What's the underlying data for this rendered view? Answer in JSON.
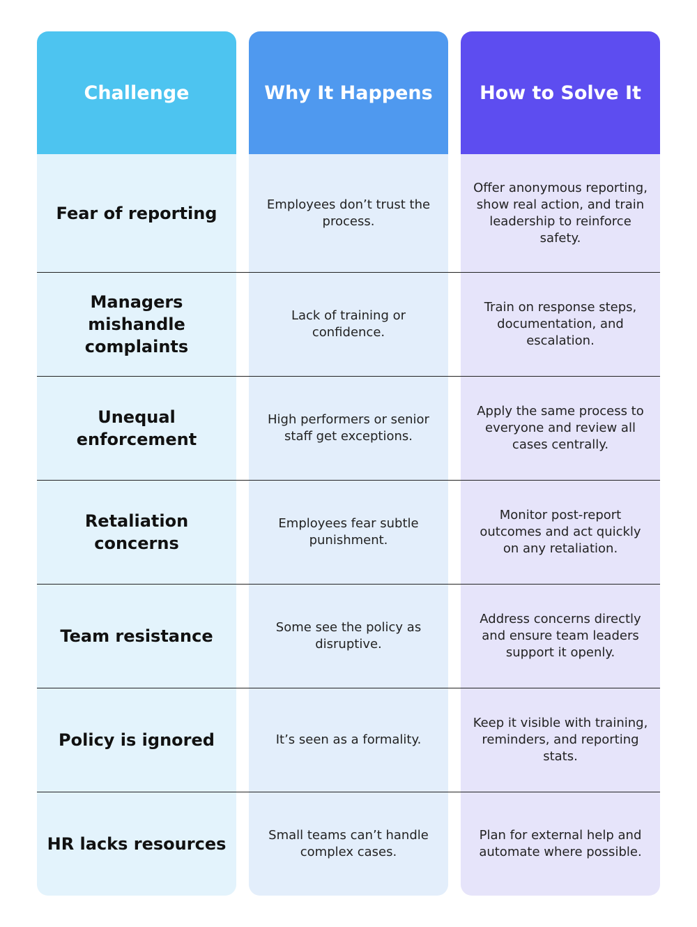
{
  "headers": {
    "challenge": "Challenge",
    "why": "Why It Happens",
    "solve": "How to Solve It"
  },
  "colors": {
    "challenge_header": "#4dc4f0",
    "why_header": "#4f99ef",
    "solve_header": "#5d4df0"
  },
  "rows": [
    {
      "challenge": "Fear of reporting",
      "why": "Employees don’t trust the process.",
      "solve": "Offer anonymous reporting, show real action, and train leadership to reinforce safety."
    },
    {
      "challenge": "Managers mishandle complaints",
      "why": "Lack of training or confidence.",
      "solve": "Train on response steps, documentation, and escalation."
    },
    {
      "challenge": "Unequal enforcement",
      "why": "High performers or senior staff get exceptions.",
      "solve": "Apply the same process to everyone and review all cases centrally."
    },
    {
      "challenge": "Retaliation concerns",
      "why": "Employees fear subtle punishment.",
      "solve": "Monitor post-report outcomes and act quickly on any retaliation."
    },
    {
      "challenge": "Team resistance",
      "why": "Some see the policy as disruptive.",
      "solve": "Address concerns directly and ensure team leaders support it openly."
    },
    {
      "challenge": "Policy is ignored",
      "why": "It’s seen as a formality.",
      "solve": "Keep it visible with training, reminders, and reporting stats."
    },
    {
      "challenge": "HR lacks resources",
      "why": "Small teams can’t handle complex cases.",
      "solve": "Plan for external help and automate where possible."
    }
  ]
}
